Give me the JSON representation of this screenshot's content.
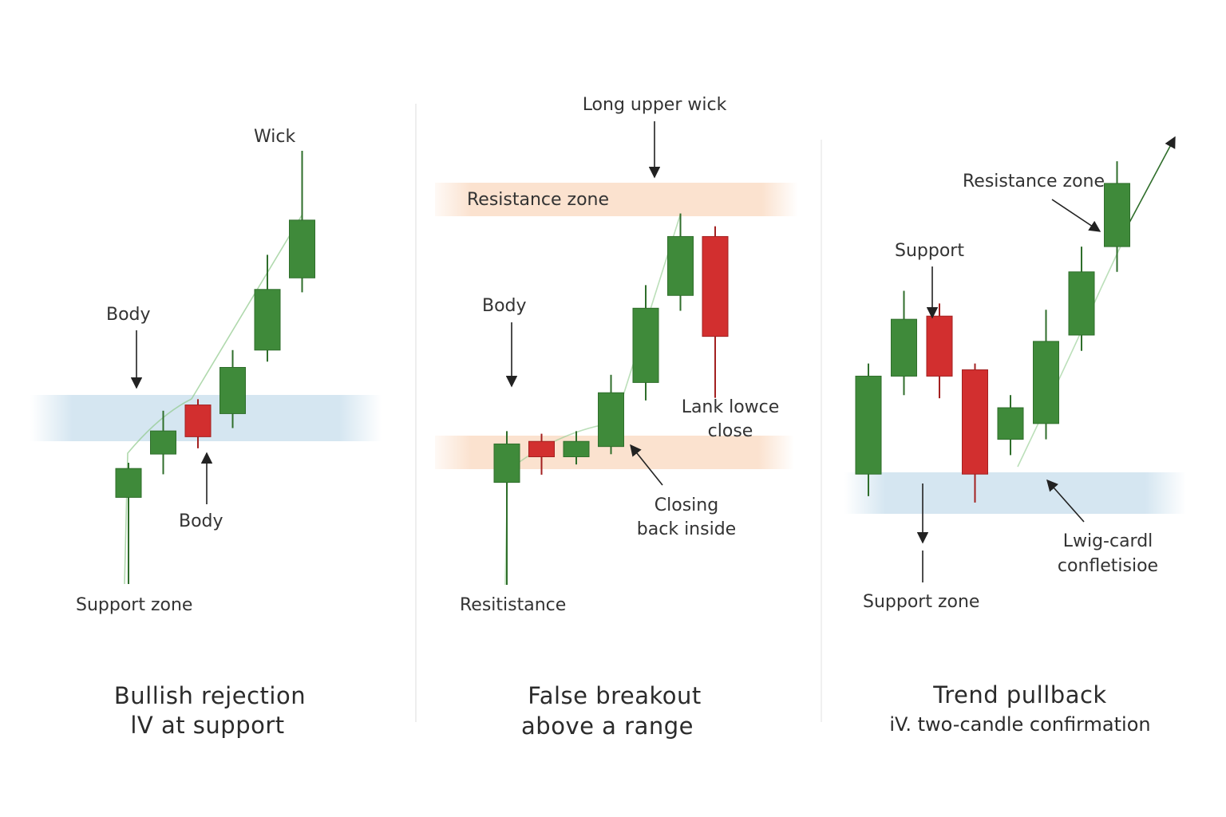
{
  "colors": {
    "bull": "#3f8a3a",
    "bull_stroke": "#2f6e2b",
    "bear": "#d22f2f",
    "bear_stroke": "#a32020",
    "support_band": "#cfe3ef",
    "resistance_band": "#fbe3d2",
    "divider": "#e6e6e6"
  },
  "panels": [
    {
      "id": "bullish-rejection",
      "caption": [
        "Bullish rejection",
        "lV   at support"
      ],
      "labels": {
        "wick": "Wick",
        "body_top": "Body",
        "body_bottom": "Body",
        "support": "Support zone"
      },
      "candles": [
        {
          "dir": "up",
          "open": 3,
          "close": 4,
          "high": 4.2,
          "low": 0
        },
        {
          "dir": "up",
          "open": 4.5,
          "close": 5.3,
          "high": 6,
          "low": 3.8
        },
        {
          "dir": "down",
          "open": 6.2,
          "close": 5.1,
          "high": 6.4,
          "low": 4.7
        },
        {
          "dir": "up",
          "open": 5.9,
          "close": 7.5,
          "high": 8.1,
          "low": 5.4
        },
        {
          "dir": "up",
          "open": 8.1,
          "close": 10.2,
          "high": 11.4,
          "low": 7.7
        },
        {
          "dir": "up",
          "open": 10.6,
          "close": 12.6,
          "high": 15,
          "low": 10.1
        }
      ]
    },
    {
      "id": "false-breakout",
      "caption": [
        "False breakout",
        "above a range"
      ],
      "labels": {
        "long_upper_wick": "Long upper wick",
        "resistance_zone": "Resistance zone",
        "body": "Body",
        "lank_line1": "Lank lowce",
        "lank_line2": "close",
        "closing_line1": "Closing",
        "closing_line2": "back inside",
        "resistance": "Resitistance"
      },
      "candles": [
        {
          "dir": "up",
          "open": 4,
          "close": 5.5,
          "high": 6,
          "low": 0
        },
        {
          "dir": "down",
          "open": 5.6,
          "close": 5,
          "high": 5.9,
          "low": 4.3
        },
        {
          "dir": "up",
          "open": 5,
          "close": 5.6,
          "high": 6,
          "low": 4.7
        },
        {
          "dir": "up",
          "open": 5.4,
          "close": 7.5,
          "high": 8.2,
          "low": 5.1
        },
        {
          "dir": "up",
          "open": 7.9,
          "close": 10.8,
          "high": 11.7,
          "low": 7.2
        },
        {
          "dir": "up",
          "open": 11.3,
          "close": 13.6,
          "high": 14.5,
          "low": 10.7
        },
        {
          "dir": "down",
          "open": 13.6,
          "close": 9.7,
          "high": 14,
          "low": 7.3
        }
      ]
    },
    {
      "id": "trend-pullback",
      "caption": [
        "Trend pullback",
        "iV.  two-candle confirmation"
      ],
      "labels": {
        "resistance_zone": "Resistance zone",
        "support": "Support",
        "support_zone": "Support zone",
        "lwig_line1": "Lwig-cardl",
        "lwig_line2": "confletisioe"
      },
      "candles": [
        {
          "dir": "up",
          "open": 3,
          "close": 6.1,
          "high": 6.5,
          "low": 2.3
        },
        {
          "dir": "up",
          "open": 6.1,
          "close": 7.9,
          "high": 8.8,
          "low": 5.5
        },
        {
          "dir": "down",
          "open": 8,
          "close": 6.1,
          "high": 8.4,
          "low": 5.4
        },
        {
          "dir": "down",
          "open": 6.3,
          "close": 3,
          "high": 6.5,
          "low": 2.1
        },
        {
          "dir": "up",
          "open": 4.1,
          "close": 5.1,
          "high": 5.5,
          "low": 3.6
        },
        {
          "dir": "up",
          "open": 4.6,
          "close": 7.2,
          "high": 8.2,
          "low": 4.1
        },
        {
          "dir": "up",
          "open": 7.4,
          "close": 9.4,
          "high": 10.2,
          "low": 6.9
        },
        {
          "dir": "up",
          "open": 10.2,
          "close": 12.2,
          "high": 12.9,
          "low": 9.4
        }
      ]
    }
  ]
}
